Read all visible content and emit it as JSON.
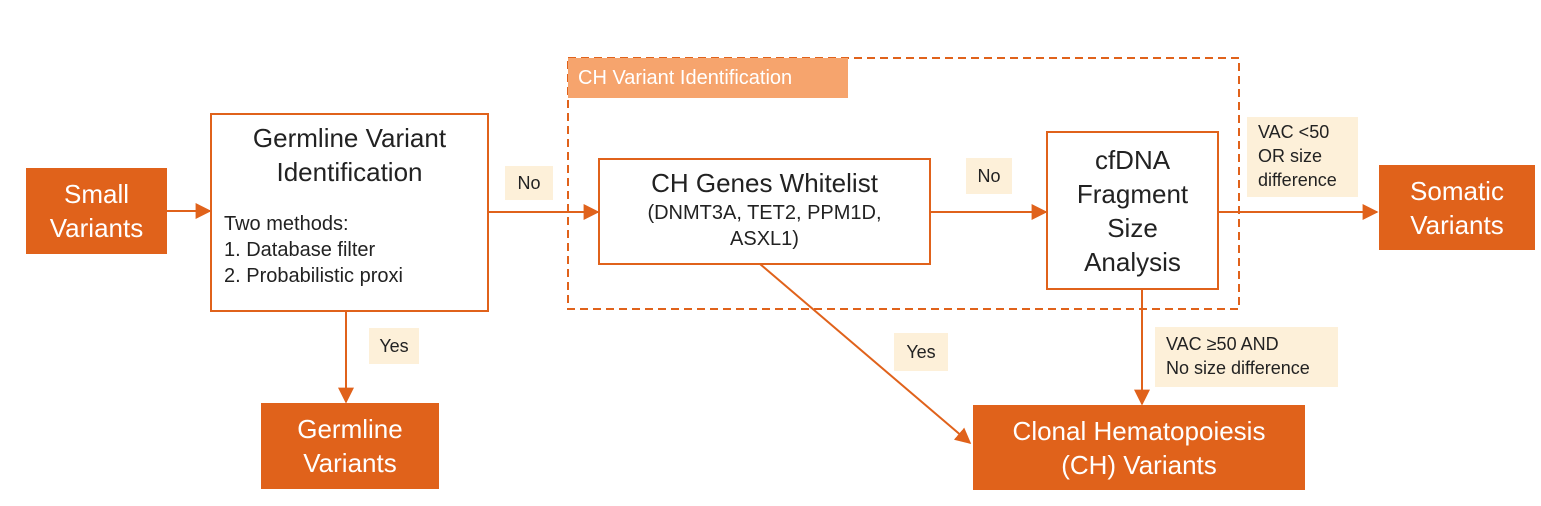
{
  "colors": {
    "accent": "#e0621b",
    "container_label_bg": "#f6a46d",
    "note_bg": "#fdf0d9",
    "text": "#222222"
  },
  "nodes": {
    "small_variants": {
      "line1": "Small",
      "line2": "Variants"
    },
    "germline_identification": {
      "title_line1": "Germline Variant",
      "title_line2": "Identification",
      "methods_heading": "Two methods:",
      "method_1": "1. Database filter",
      "method_2": "2. Probabilistic proxi"
    },
    "germline_variants": {
      "line1": "Germline",
      "line2": "Variants"
    },
    "ch_container": {
      "label": "CH Variant Identification"
    },
    "ch_whitelist": {
      "title": "CH Genes Whitelist",
      "genes_line1": "(DNMT3A, TET2, PPM1D,",
      "genes_line2": "ASXL1)"
    },
    "cfdna_analysis": {
      "line1": "cfDNA",
      "line2": "Fragment",
      "line3": "Size",
      "line4": "Analysis"
    },
    "somatic_variants": {
      "line1": "Somatic",
      "line2": "Variants"
    },
    "clonal_hematopoiesis": {
      "line1": "Clonal Hematopoiesis",
      "line2": "(CH) Variants"
    }
  },
  "edge_labels": {
    "germline_to_whitelist": "No",
    "germline_to_germline_variants": "Yes",
    "whitelist_to_cfdna": "No",
    "whitelist_to_ch": "Yes",
    "cfdna_to_somatic": {
      "line1": "VAC <50",
      "line2": "OR size",
      "line3": "difference"
    },
    "cfdna_to_ch": {
      "line1": "VAC ≥50 AND",
      "line2": "No size difference"
    }
  }
}
